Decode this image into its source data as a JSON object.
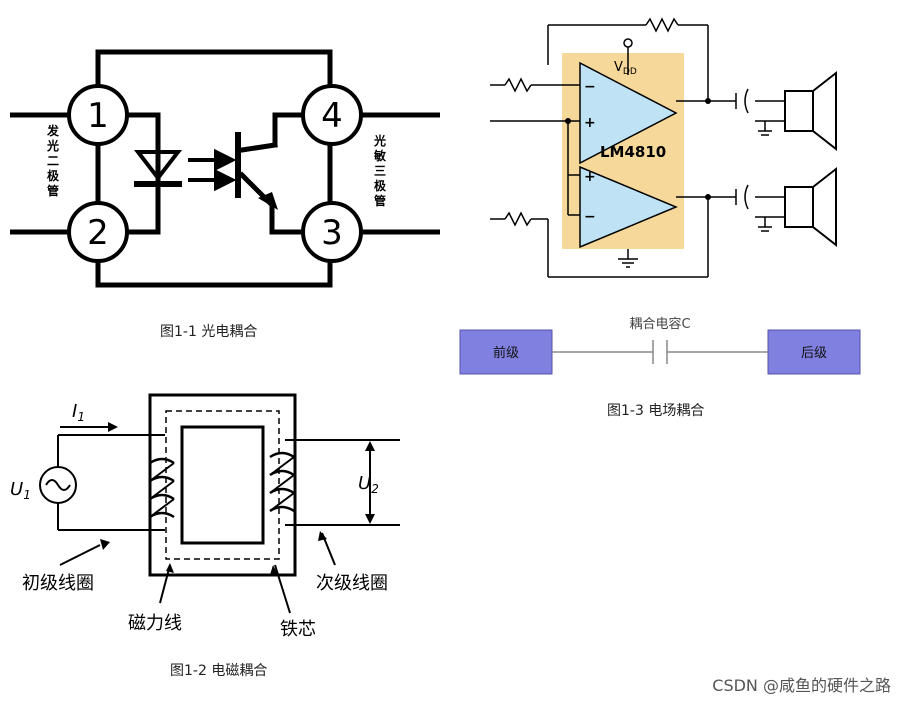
{
  "fig1": {
    "pins": [
      "1",
      "2",
      "3",
      "4"
    ],
    "left_label": [
      "发",
      "光",
      "二",
      "极",
      "管"
    ],
    "right_label": [
      "光",
      "敏",
      "三",
      "极",
      "管"
    ],
    "caption": "图1-1  光电耦合"
  },
  "fig2": {
    "current_label": "I",
    "current_sub": "1",
    "u1_label": "U",
    "u1_sub": "1",
    "u2_label": "U",
    "u2_sub": "2",
    "primary_label": "初级线圈",
    "secondary_label": "次级线圈",
    "flux_label": "磁力线",
    "core_label": "铁芯",
    "caption": "图1-2  电磁耦合"
  },
  "fig3": {
    "vdd_label": "V",
    "vdd_sub": "DD",
    "chip_label": "LM4810",
    "minus": "−",
    "plus": "+",
    "front_stage": "前级",
    "coupling_cap": "耦合电容C",
    "back_stage": "后级",
    "caption": "图1-3  电场耦合"
  },
  "watermark": "CSDN @咸鱼的硬件之路",
  "colors": {
    "chip_fill": "#f6d99a",
    "opamp_fill": "#bfe3f5",
    "stage_fill": "#8080e0"
  }
}
